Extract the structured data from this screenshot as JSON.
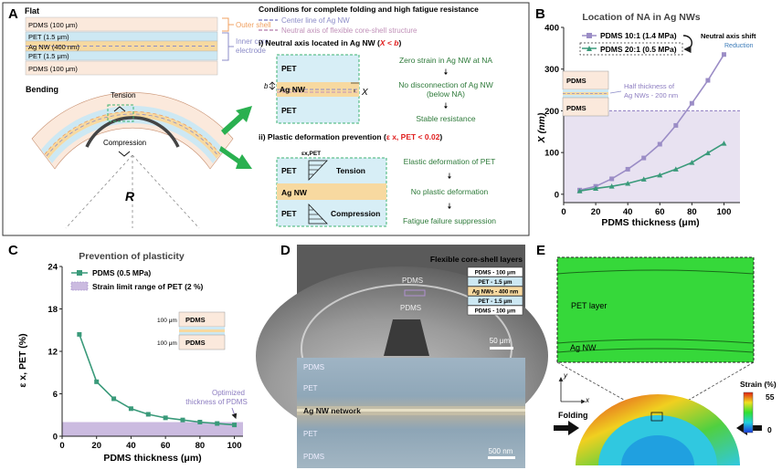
{
  "panel_letters": {
    "a": "A",
    "b": "B",
    "c": "C",
    "d": "D",
    "e": "E"
  },
  "panel_a": {
    "flat_label": "Flat",
    "layers": [
      {
        "text": "PDMS (100 μm)",
        "color": "#fbe9dc"
      },
      {
        "text": "PET (1.5 μm)",
        "color": "#cde8f3"
      },
      {
        "text": "Ag NW (400 nm)",
        "color": "#f7d9a0"
      },
      {
        "text": "PET (1.5 μm)",
        "color": "#cde8f3"
      },
      {
        "text": "PDMS (100 μm)",
        "color": "#fbe9dc"
      }
    ],
    "outer_shell": "Outer shell",
    "inner_core_line1": "Inner core",
    "inner_core_line2": "electrode",
    "bending_label": "Bending",
    "tension_label": "Tension",
    "compression_label": "Compression",
    "radius_label": "R",
    "conditions_title": "Conditions for complete folding and high fatigue resistance",
    "legend_center": "Center line of Ag NW",
    "legend_neutral": "Neutral axis of flexible core-shell structure",
    "cond1_prefix": "i) Neutral axis located in Ag NW (",
    "cond1_highlight": "X < b",
    "cond1_suffix": ")",
    "cond1_box": {
      "pet_top": "PET",
      "agnw": "Ag NW",
      "pet_bottom": "PET",
      "b": "b",
      "x": "X"
    },
    "cond1_steps": [
      "Zero strain in Ag NW at NA",
      "No disconnection of Ag NW",
      "(below NA)",
      "Stable resistance"
    ],
    "cond2_prefix": "ii) Plastic deformation prevention (",
    "cond2_highlight": "ε x, PET < 0.02",
    "cond2_suffix": ")",
    "cond2_box": {
      "eps": "εx,PET",
      "pet_top": "PET",
      "tension": "Tension",
      "agnw": "Ag NW",
      "pet_bottom": "PET",
      "compression": "Compression"
    },
    "cond2_steps": [
      "Elastic deformation of PET",
      "No plastic deformation",
      "Fatigue failure suppression"
    ],
    "colors": {
      "outer": "#f0a060",
      "inner": "#8c8cc8",
      "green_arrow": "#2ab050",
      "highlight_red": "#e02020",
      "box_border": "#3cb371"
    }
  },
  "panel_b": {
    "chart_data": {
      "type": "line",
      "title": "Location of NA in Ag NWs",
      "xlabel": "PDMS thickness (μm)",
      "ylabel": "X (nm)",
      "xlim": [
        0,
        110
      ],
      "ylim": [
        -20,
        400
      ],
      "xticks": [
        "0",
        "20",
        "40",
        "60",
        "80",
        "100"
      ],
      "yticks": [
        "0",
        "100",
        "200",
        "300",
        "400"
      ],
      "series": [
        {
          "name": "PDMS 10:1 (1.4 MPa)",
          "color": "#9b8dc6",
          "marker": "square",
          "x": [
            10,
            20,
            30,
            40,
            50,
            60,
            70,
            80,
            90,
            100
          ],
          "y": [
            10,
            19,
            37,
            60,
            87,
            120,
            165,
            218,
            273,
            335
          ]
        },
        {
          "name": "PDMS 20:1 (0.5 MPa)",
          "color": "#3a9a7a",
          "marker": "triangle",
          "x": [
            10,
            20,
            30,
            40,
            50,
            60,
            70,
            80,
            90,
            100
          ],
          "y": [
            8,
            14,
            19,
            26,
            36,
            46,
            60,
            76,
            99,
            122
          ]
        }
      ],
      "threshold_value": 200,
      "annotation_arrow": "Neutral axis shift",
      "annotation_reduction": "Reduction",
      "inset_top": "PDMS",
      "inset_bottom": "PDMS",
      "inset_note_line1": "Half thickness of",
      "inset_note_line2": "Ag NWs - 200 nm"
    }
  },
  "panel_c": {
    "chart_data": {
      "type": "line",
      "title": "Prevention of plasticity",
      "xlabel": "PDMS thickness (μm)",
      "ylabel": "ε x, PET (%)",
      "xlim": [
        0,
        105
      ],
      "ylim": [
        0,
        24
      ],
      "xticks": [
        "0",
        "20",
        "40",
        "60",
        "80",
        "100"
      ],
      "yticks": [
        "0",
        "6",
        "12",
        "18",
        "24"
      ],
      "series": [
        {
          "name": "PDMS (0.5 MPa)",
          "color": "#3a9a7a",
          "marker": "square",
          "x": [
            10,
            20,
            30,
            40,
            50,
            60,
            70,
            80,
            90,
            100
          ],
          "y": [
            14.4,
            7.7,
            5.3,
            3.9,
            3.1,
            2.6,
            2.3,
            2.0,
            1.8,
            1.6
          ]
        }
      ],
      "band_name": "Strain limit range of PET (2 %)",
      "band_color": "#cbbbe0",
      "band_range": [
        0,
        2
      ],
      "inset_top_label": "100 μm",
      "inset_top_text": "PDMS",
      "inset_bottom_label": "100 μm",
      "inset_bottom_text": "PDMS",
      "annotation_line1": "Optimized",
      "annotation_line2": "thickness of PDMS"
    }
  },
  "panel_d": {
    "sem_title": "Flexible core-shell layers",
    "sem_legend": [
      "PDMS - 100 μm",
      "PET - 1.5 μm",
      "Ag NWs - 400 nm",
      "PET - 1.5 μm",
      "PDMS - 100 μm"
    ],
    "sem_legend_colors": [
      "#ffffff",
      "#cde8f3",
      "#f7d9a0",
      "#cde8f3",
      "#ffffff"
    ],
    "sem_label_top": "PDMS",
    "sem_label_bottom": "PDMS",
    "sem_scale": "50 μm",
    "opt_labels": [
      "PDMS",
      "PET",
      "Ag NW network",
      "PET",
      "PDMS"
    ],
    "opt_scale": "500 nm"
  },
  "panel_e": {
    "pet_layer": "PET layer",
    "agnw_label": "Ag NW",
    "axis_y": "y",
    "axis_x": "x",
    "folding_label": "Folding",
    "colorbar_title": "Strain (%)",
    "colorbar_max": "55",
    "colorbar_min": "0"
  }
}
